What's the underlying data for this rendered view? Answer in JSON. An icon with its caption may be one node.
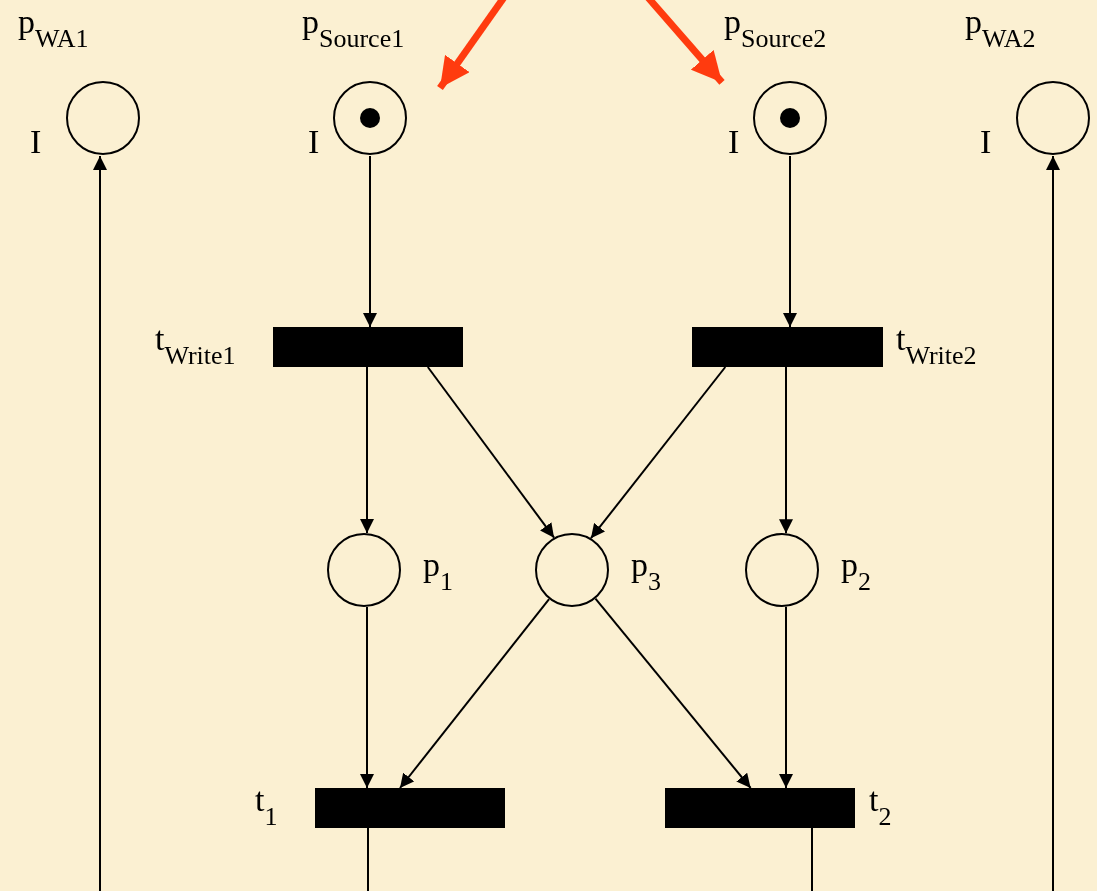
{
  "diagram": {
    "nodes": [
      {
        "text": [
          "p$_{WA1}$"
        ],
        "beside": [
          "I"
        ]
      },
      {
        "text": [
          "p$_{Source1}$"
        ],
        "beside": [
          "I"
        ]
      },
      {
        "text": [],
        "shape": "circle",
        "in": 1
      },
      {
        "text": [
          "p$_{Source2}$"
        ],
        "beside": [
          "I"
        ]
      },
      {
        "text": [],
        "shape": "circle",
        "in": 3
      },
      {
        "text": [
          "p$_{WA2}$"
        ],
        "beside": [
          "I"
        ]
      },
      {
        "text": [
          "t$_{Write1}$"
        ]
      },
      {
        "text": [
          "t$_{Write2}$"
        ]
      },
      {
        "text": [
          "p$_{1}$"
        ]
      },
      {
        "text": [
          "p$_{3}$"
        ]
      },
      {
        "text": [
          "p$_{2}$"
        ]
      },
      {
        "text": [
          "t$_{1}$"
        ]
      },
      {
        "text": [
          "t$_{2}$"
        ]
      }
    ],
    "edges": [
      {
        "from": null,
        "to": 1,
        "arrow": "to",
        "style": "thick",
        "color": "#ff3b0f"
      },
      {
        "from": null,
        "to": 3,
        "arrow": "to",
        "style": "thick",
        "color": "#ff3b0f"
      },
      {
        "from": 1,
        "to": 6,
        "arrow": "to"
      },
      {
        "from": 3,
        "to": 7,
        "arrow": "to"
      },
      {
        "from": 6,
        "to": 8,
        "arrow": "to"
      },
      {
        "from": 6,
        "to": 9,
        "arrow": "to"
      },
      {
        "from": 7,
        "to": 9,
        "arrow": "to"
      },
      {
        "from": 7,
        "to": 10,
        "arrow": "to"
      },
      {
        "from": 8,
        "to": 11,
        "arrow": "to"
      },
      {
        "from": 9,
        "to": 11,
        "arrow": "to"
      },
      {
        "from": 9,
        "to": 12,
        "arrow": "to"
      },
      {
        "from": 10,
        "to": 12,
        "arrow": "to"
      },
      {
        "from": 11,
        "to": null,
        "arrow": "none"
      },
      {
        "from": 12,
        "to": null,
        "arrow": "none"
      },
      {
        "from": null,
        "to": 0,
        "arrow": "to"
      },
      {
        "from": null,
        "to": 5,
        "arrow": "to"
      }
    ]
  }
}
